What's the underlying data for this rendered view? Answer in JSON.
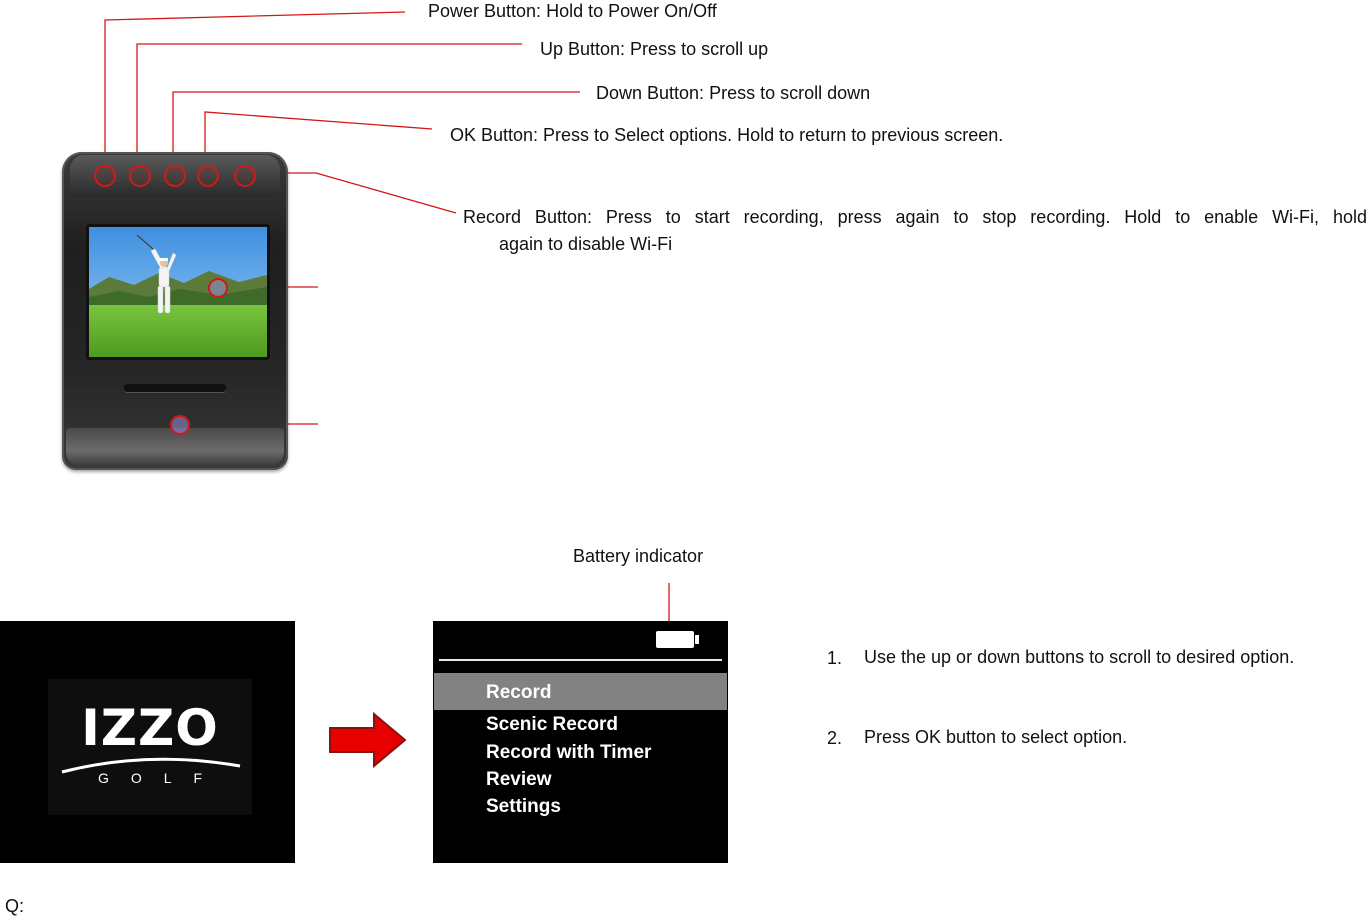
{
  "callouts": {
    "power": "Power Button: Hold to Power On/Off",
    "up": "Up Button: Press to scroll up",
    "down": "Down Button: Press to scroll down",
    "ok": "OK Button: Press to Select options. Hold to return to previous screen.",
    "record_line1": "Record Button: Press to start recording, press again to stop recording. Hold to enable Wi-Fi, hold",
    "record_line2": "again to disable Wi-Fi",
    "battery": "Battery indicator"
  },
  "logo": {
    "wordmark": "IZZO",
    "subtext": "GOLF"
  },
  "menu": {
    "items": [
      "Record",
      "Scenic Record",
      "Record with Timer",
      "Review",
      "Settings"
    ],
    "selected": "Record"
  },
  "instructions": {
    "steps": [
      {
        "number": "1.",
        "text": "Use the up or down buttons to scroll to desired option."
      },
      {
        "number": "2.",
        "text": "Press OK button to select option."
      }
    ]
  },
  "footer": {
    "label": "Q:"
  },
  "colors": {
    "leader_line": "#d41818",
    "arrow_fill": "#e60000",
    "menu_highlight": "#828282"
  }
}
